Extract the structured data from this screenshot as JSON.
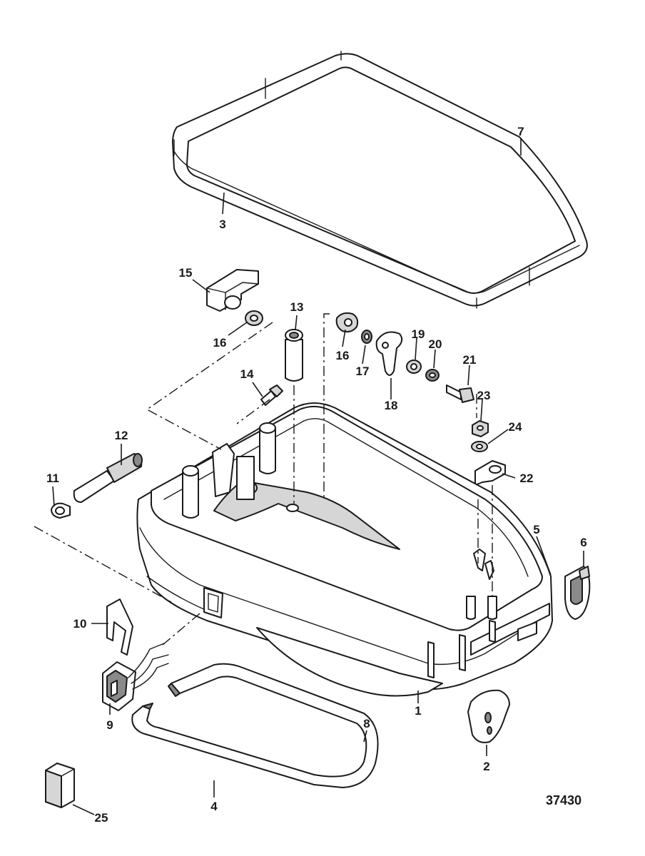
{
  "figure_number": "37430",
  "callouts": [
    {
      "id": "c1",
      "text": "1"
    },
    {
      "id": "c2",
      "text": "2"
    },
    {
      "id": "c3",
      "text": "3"
    },
    {
      "id": "c4",
      "text": "4"
    },
    {
      "id": "c5",
      "text": "5"
    },
    {
      "id": "c6",
      "text": "6"
    },
    {
      "id": "c7",
      "text": "7"
    },
    {
      "id": "c8",
      "text": "8"
    },
    {
      "id": "c9",
      "text": "9"
    },
    {
      "id": "c10",
      "text": "10"
    },
    {
      "id": "c11",
      "text": "11"
    },
    {
      "id": "c12",
      "text": "12"
    },
    {
      "id": "c13",
      "text": "13"
    },
    {
      "id": "c14",
      "text": "14"
    },
    {
      "id": "c15",
      "text": "15"
    },
    {
      "id": "c16a",
      "text": "16"
    },
    {
      "id": "c16b",
      "text": "16"
    },
    {
      "id": "c17",
      "text": "17"
    },
    {
      "id": "c18",
      "text": "18"
    },
    {
      "id": "c19",
      "text": "19"
    },
    {
      "id": "c20",
      "text": "20"
    },
    {
      "id": "c21",
      "text": "21"
    },
    {
      "id": "c22",
      "text": "22"
    },
    {
      "id": "c23",
      "text": "23"
    },
    {
      "id": "c24",
      "text": "24"
    },
    {
      "id": "c25",
      "text": "25"
    }
  ]
}
